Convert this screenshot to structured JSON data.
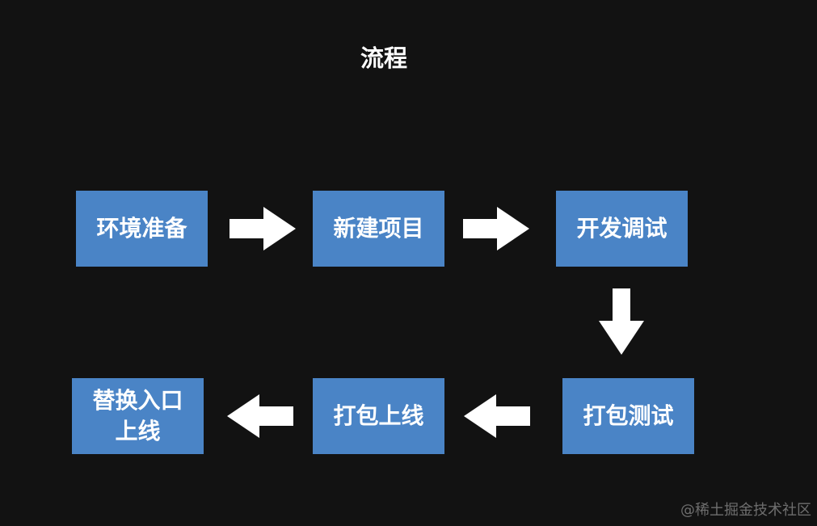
{
  "diagram": {
    "title": "流程",
    "steps": [
      {
        "label": "环境准备"
      },
      {
        "label": "新建项目"
      },
      {
        "label": "开发调试"
      },
      {
        "label": "打包测试"
      },
      {
        "label": "打包上线"
      },
      {
        "label": "替换入口上线"
      }
    ],
    "colors": {
      "background": "#121212",
      "box": "#4a84c6",
      "arrow": "#ffffff",
      "text": "#ffffff"
    }
  },
  "watermark": "@稀土掘金技术社区"
}
